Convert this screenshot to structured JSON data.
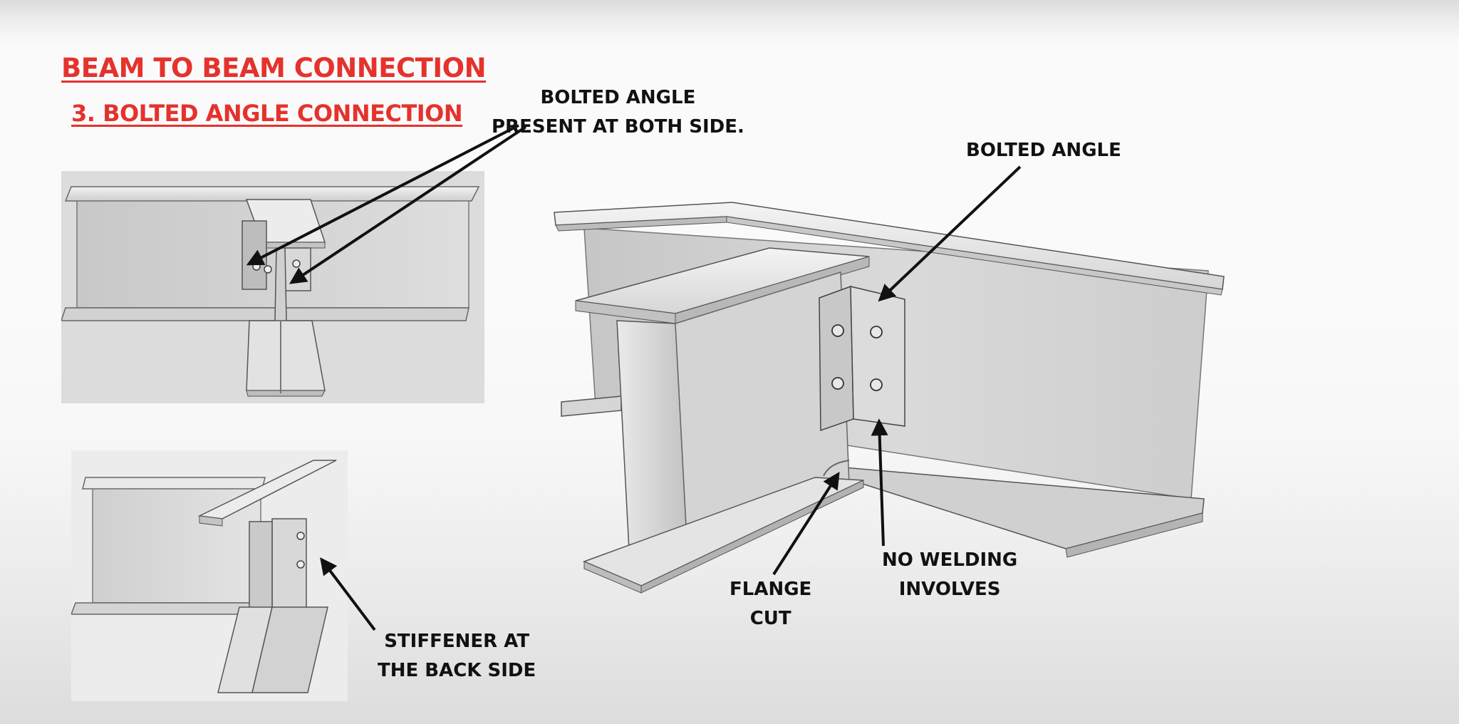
{
  "titles": {
    "main": "BEAM TO BEAM CONNECTION",
    "sub": "3. BOLTED ANGLE CONNECTION"
  },
  "labels": {
    "bolted_angle_both_sides": [
      "BOLTED ANGLE",
      "PRESENT AT BOTH SIDE."
    ],
    "bolted_angle": [
      "BOLTED ANGLE"
    ],
    "no_welding": [
      "NO WELDING",
      "INVOLVES"
    ],
    "flange_cut": [
      "FLANGE",
      "CUT"
    ],
    "stiffener": [
      "STIFFENER AT",
      "THE BACK SIDE"
    ]
  },
  "colors": {
    "title": "#e5322d",
    "label": "#111111",
    "steel_light": "#e6e6e6",
    "steel_mid": "#cfcfcf",
    "steel_dark": "#9a9a9a"
  }
}
